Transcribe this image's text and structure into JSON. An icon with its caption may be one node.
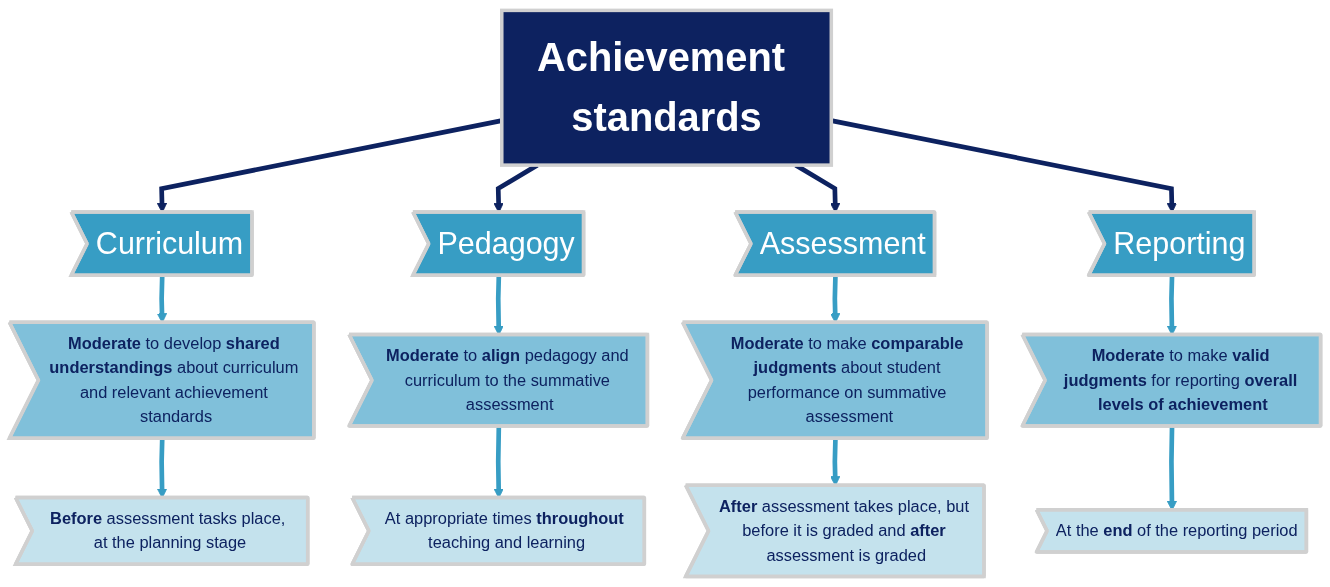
{
  "diagram": {
    "nodes": [
      {
        "text": [
          "Achievement standards"
        ]
      },
      {
        "text": [
          "Curriculum"
        ]
      },
      {
        "text": [
          "Pedagogy"
        ]
      },
      {
        "text": [
          "Assessment"
        ]
      },
      {
        "text": [
          "Reporting"
        ]
      },
      {
        "text": [
          "**Moderate** to develop **shared understandings** about curriculum and relevant achievement standards"
        ]
      },
      {
        "text": [
          "**Moderate** to **align** pedagogy and curriculum to the summative assessment"
        ]
      },
      {
        "text": [
          "**Moderate** to make **comparable judgments** about student performance on summative assessment"
        ]
      },
      {
        "text": [
          "**Moderate** to make **valid judgments** for reporting **overall levels of achievement**"
        ]
      },
      {
        "text": [
          "**Before** assessment tasks place, at the planning stage"
        ]
      },
      {
        "text": [
          "At appropriate times **throughout** teaching and learning"
        ]
      },
      {
        "text": [
          "**After** assessment takes place, but before it is graded and **after** assessment is graded"
        ]
      },
      {
        "text": [
          "At the **end** of the reporting period"
        ]
      }
    ],
    "edges": [
      {
        "from": 0,
        "to": 1,
        "arrow": "to",
        "color": "#0d2260"
      },
      {
        "from": 0,
        "to": 2,
        "arrow": "to",
        "color": "#0d2260"
      },
      {
        "from": 0,
        "to": 3,
        "arrow": "to",
        "color": "#0d2260"
      },
      {
        "from": 0,
        "to": 4,
        "arrow": "to",
        "color": "#0d2260"
      },
      {
        "from": 1,
        "to": 5,
        "arrow": "to"
      },
      {
        "from": 2,
        "to": 6,
        "arrow": "to"
      },
      {
        "from": 3,
        "to": 7,
        "arrow": "to"
      },
      {
        "from": 4,
        "to": 8,
        "arrow": "to"
      },
      {
        "from": 5,
        "to": 9,
        "arrow": "to"
      },
      {
        "from": 6,
        "to": 10,
        "arrow": "to"
      },
      {
        "from": 7,
        "to": 11,
        "arrow": "to"
      },
      {
        "from": 8,
        "to": 12,
        "arrow": "to"
      }
    ]
  }
}
